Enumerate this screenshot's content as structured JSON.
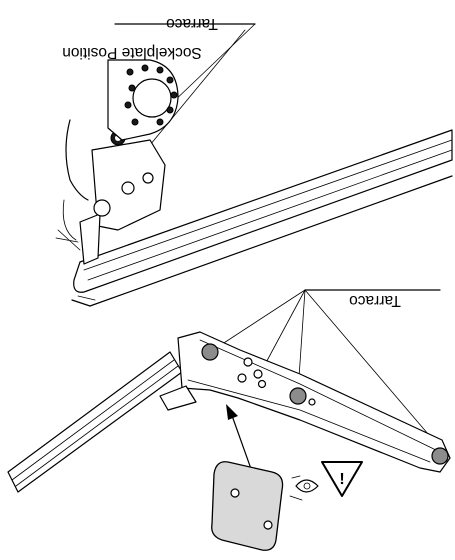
{
  "labels": {
    "top_tarraco": "Tarraco",
    "sockelplate_position": "Sockelplate Position",
    "middle_tarraco": "Tarraco"
  },
  "icons": [
    "warning-triangle-icon",
    "read-manual-eye-icon"
  ],
  "colors": {
    "line": "#000000",
    "plate_fill": "#d9d9d9",
    "nut_fill": "#8c8c8c",
    "background": "#ffffff"
  }
}
